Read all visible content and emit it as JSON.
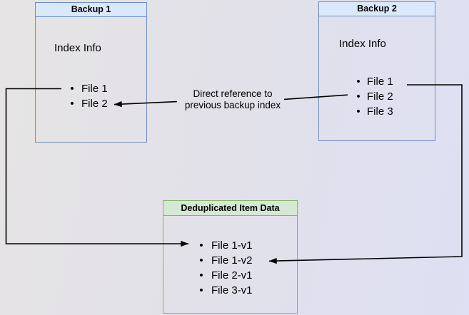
{
  "diagram": {
    "backup1": {
      "title": "Backup 1",
      "subtitle": "Index Info",
      "files": [
        "File 1",
        "File 2"
      ]
    },
    "backup2": {
      "title": "Backup 2",
      "subtitle": "Index Info",
      "files": [
        "File 1",
        "File 2",
        "File 3"
      ]
    },
    "dedup": {
      "title": "Deduplicated Item Data",
      "items": [
        "File 1-v1",
        "File 1-v2",
        "File 2-v1",
        "File 3-v1"
      ]
    },
    "annotation": {
      "line1": "Direct reference to",
      "line2": "previous backup index"
    },
    "bullet_glyph": "•",
    "colors": {
      "blue_fill": "#dae8fc",
      "blue_stroke": "#6c8ebf",
      "green_fill": "#d5e8d4",
      "green_stroke": "#82b366",
      "arrow": "#000000",
      "bg_left": "#e6e4e4",
      "bg_right": "#dee0f3"
    }
  }
}
